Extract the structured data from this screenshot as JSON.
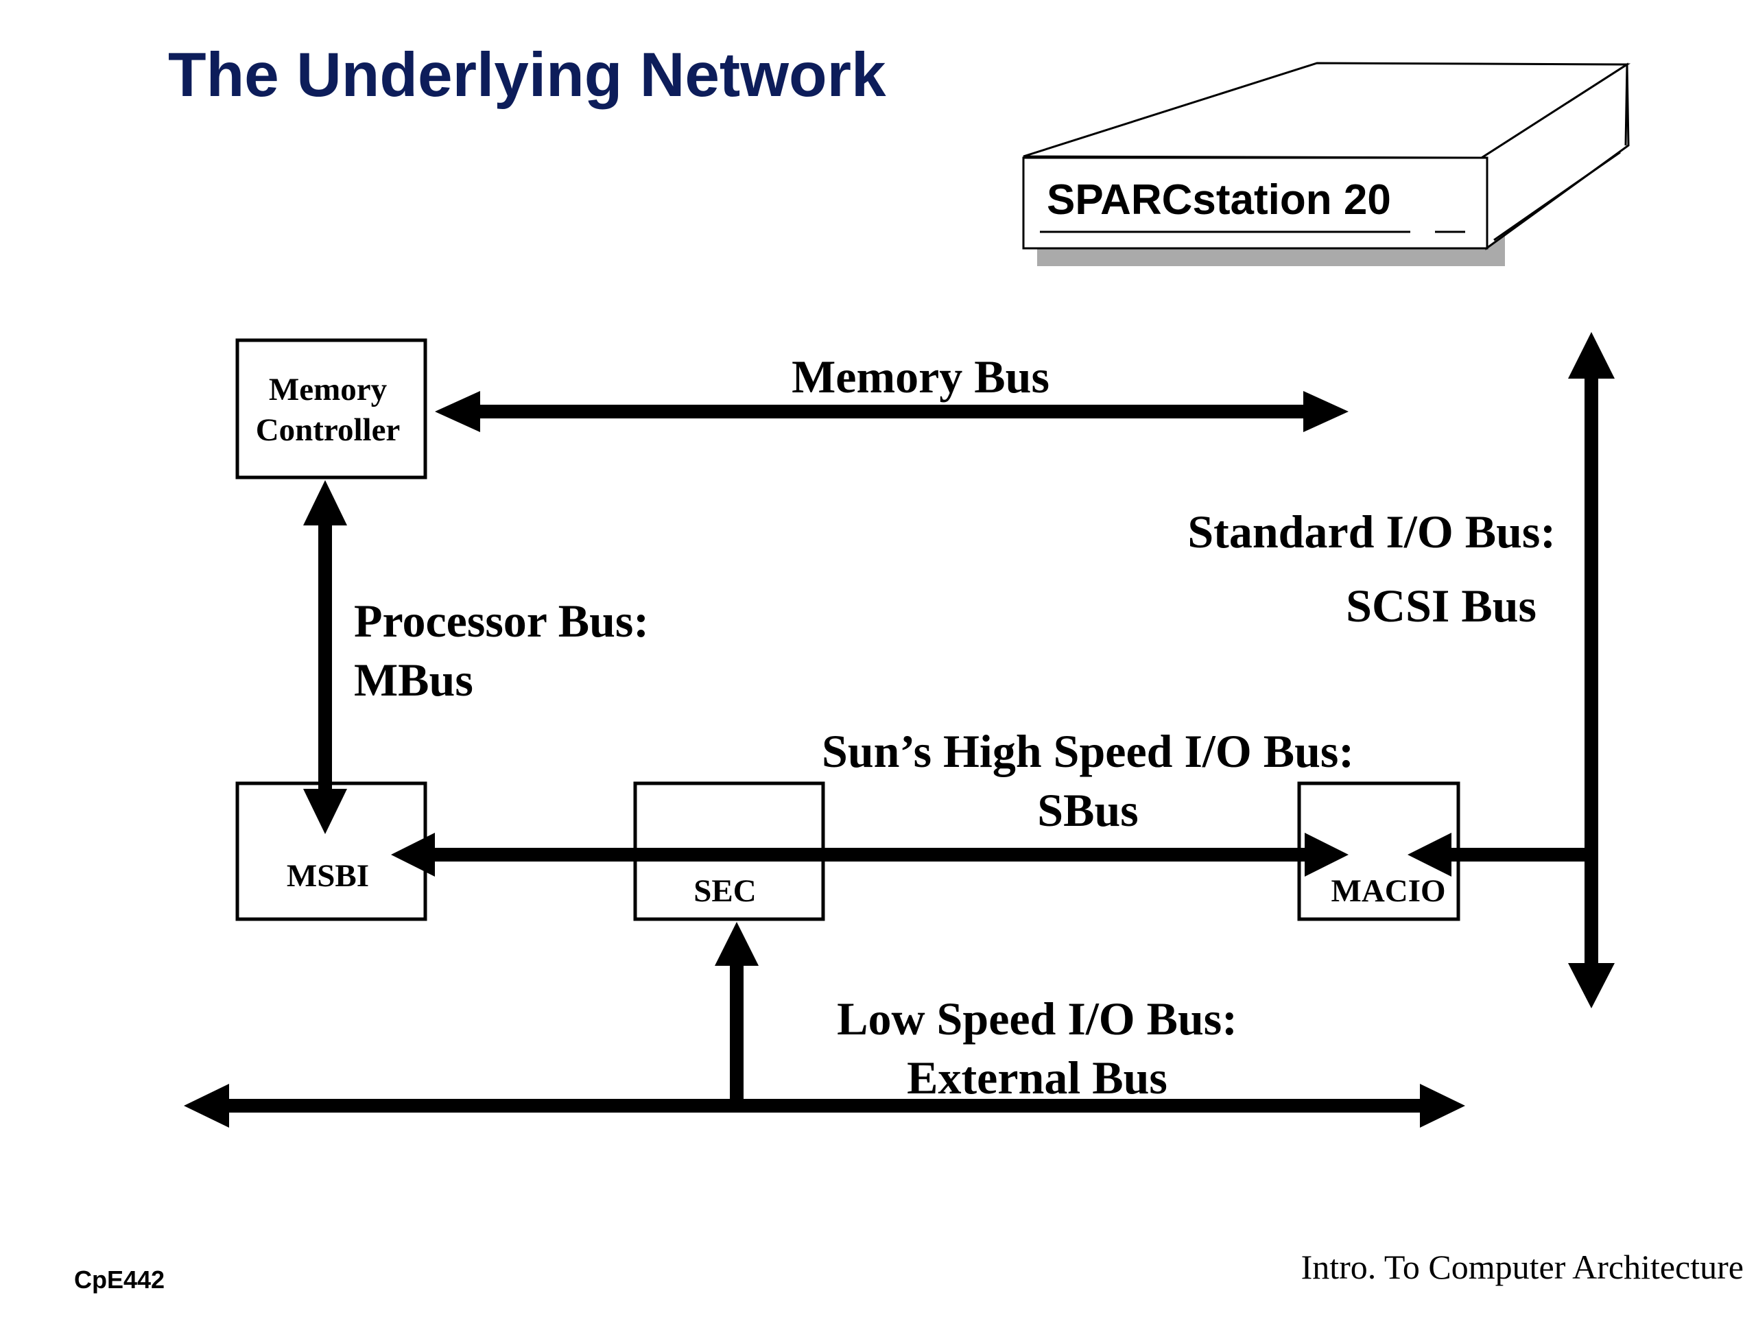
{
  "title": "The Underlying Network",
  "workstation": {
    "label": "SPARCstation 20"
  },
  "components": {
    "memory_controller": [
      "Memory",
      "Controller"
    ],
    "msbi": "MSBI",
    "sec": "SEC",
    "macio": "MACIO"
  },
  "buses": {
    "memory_bus": "Memory Bus",
    "processor_bus": [
      "Processor Bus:",
      "MBus"
    ],
    "standard_io_bus": [
      "Standard I/O Bus:",
      "SCSI Bus"
    ],
    "high_speed_io_bus": [
      "Sun’s High Speed I/O Bus:",
      "SBus"
    ],
    "low_speed_io_bus": [
      "Low Speed I/O Bus:",
      "External Bus"
    ]
  },
  "footer": {
    "course": "CpE442",
    "subject": "Intro. To Computer Architecture"
  }
}
